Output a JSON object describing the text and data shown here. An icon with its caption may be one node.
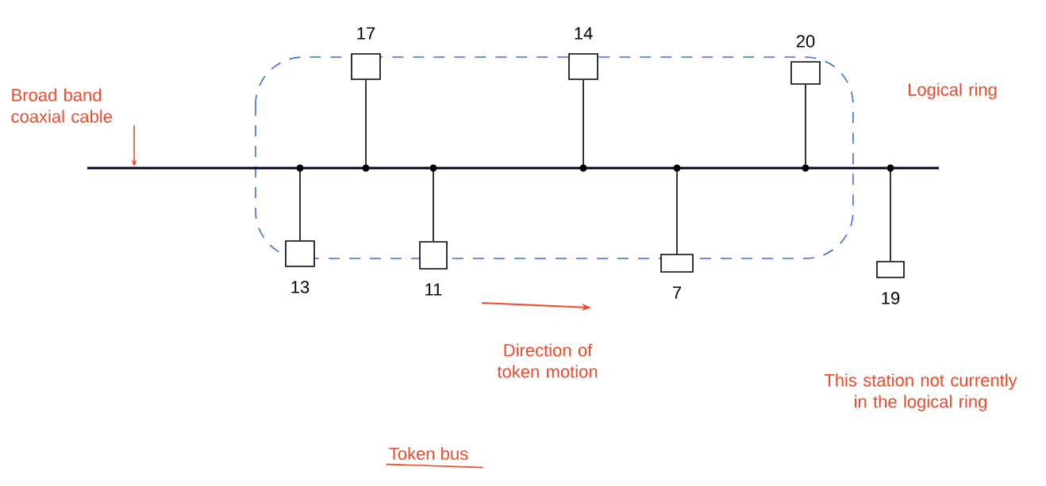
{
  "diagram": {
    "title": "Token bus",
    "nodes": [
      {
        "text": [
          "Broad band coaxial cable"
        ]
      },
      {
        "text": [],
        "shape": "box",
        "beside": [
          "17"
        ]
      },
      {
        "text": [],
        "shape": "box",
        "beside": [
          "14"
        ]
      },
      {
        "text": [],
        "shape": "box",
        "beside": [
          "20"
        ]
      },
      {
        "text": [],
        "shape": "bar"
      },
      {
        "text": [],
        "shape": "box",
        "beside": [
          "13"
        ]
      },
      {
        "text": [],
        "shape": "box",
        "beside": [
          "11"
        ]
      },
      {
        "text": [],
        "shape": "box",
        "beside": [
          "7"
        ]
      },
      {
        "text": [],
        "shape": "box",
        "beside": [
          "19"
        ]
      }
    ],
    "edges": [
      {
        "from": 0,
        "to": 4,
        "arrow": "to",
        "color": "#f04a2a"
      },
      {
        "from": 1,
        "to": 4,
        "arrow": "none"
      },
      {
        "from": 2,
        "to": 4,
        "arrow": "none"
      },
      {
        "from": 3,
        "to": 4,
        "arrow": "none"
      },
      {
        "from": 5,
        "to": 4,
        "arrow": "none"
      },
      {
        "from": 6,
        "to": 4,
        "arrow": "none"
      },
      {
        "from": 7,
        "to": 4,
        "arrow": "none"
      },
      {
        "from": 8,
        "to": 4,
        "arrow": "none"
      }
    ],
    "labels": [
      "Logical ring",
      "Direction of token motion",
      "This station not currently in the logical ring"
    ]
  }
}
